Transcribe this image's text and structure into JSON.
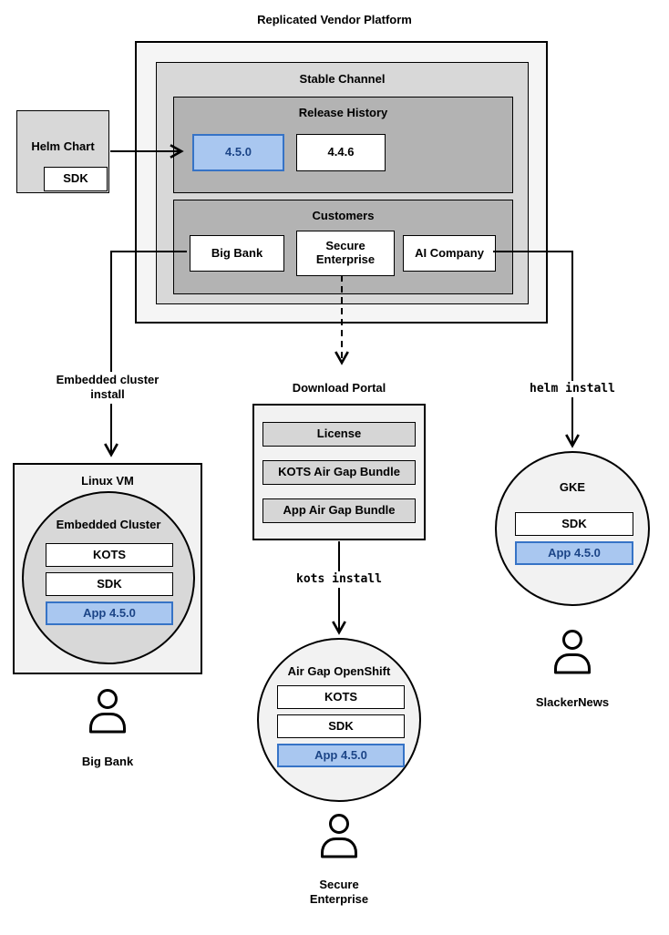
{
  "title": "Replicated Vendor Platform",
  "colors": {
    "highlight_fill": "#a9c7f0",
    "highlight_border": "#3673c6",
    "highlight_text": "#1c4587",
    "container_light": "#f2f2f2",
    "container_mid": "#d8d8d8",
    "container_dark": "#b3b3b3"
  },
  "vendor_platform": {
    "stable_channel": {
      "label": "Stable Channel",
      "release_history": {
        "label": "Release History",
        "releases": [
          {
            "version": "4.5.0",
            "highlighted": true
          },
          {
            "version": "4.4.6",
            "highlighted": false
          }
        ]
      },
      "customers": {
        "label": "Customers",
        "items": [
          "Big Bank",
          "Secure Enterprise",
          "AI Company"
        ]
      }
    }
  },
  "helm_chart": {
    "label": "Helm Chart",
    "sdk": "SDK"
  },
  "embedded_flow": {
    "edge_label": "Embedded cluster install",
    "vm_label": "Linux VM",
    "cluster_label": "Embedded Cluster",
    "components": [
      "KOTS",
      "SDK",
      "App 4.5.0"
    ],
    "user_label": "Big Bank"
  },
  "airgap_flow": {
    "portal_label": "Download Portal",
    "portal_items": [
      "License",
      "KOTS Air Gap Bundle",
      "App Air Gap Bundle"
    ],
    "edge_label": "kots install",
    "cluster_label": "Air Gap OpenShift",
    "components": [
      "KOTS",
      "SDK",
      "App 4.5.0"
    ],
    "user_label": "Secure Enterprise"
  },
  "helm_flow": {
    "edge_label": "helm install",
    "cluster_label": "GKE",
    "components": [
      "SDK",
      "App 4.5.0"
    ],
    "user_label": "SlackerNews"
  }
}
